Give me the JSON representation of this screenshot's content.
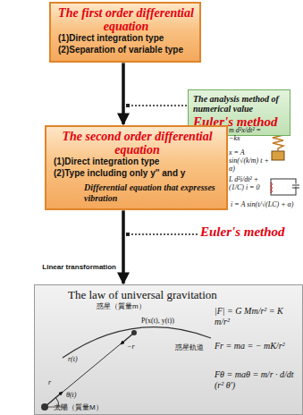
{
  "diagram": {
    "nodes": [
      {
        "text": [
          "The first order differential equation",
          "(1)Direct integration type",
          "(2)Separation of variable type"
        ]
      },
      {
        "text": [
          "The analysis method of numerical value",
          "Euler's method"
        ]
      },
      {
        "text": [
          "The second order differential equation",
          "(1)Direct integration type",
          "(2)Type including only y'' and y",
          "Differential equation that expresses vibration"
        ]
      },
      {
        "text": [
          "The law of universal gravitation"
        ]
      }
    ],
    "edges": [
      {
        "from": 0,
        "to": 2,
        "arrow": "to"
      },
      {
        "from": 2,
        "to": 3,
        "arrow": "to",
        "label": "Linear transformation"
      }
    ],
    "labels": [
      "Euler's method",
      "m d²x/dt² = −kx",
      "x = A sin(√(k/m) t + α)",
      "L d²i/dt² + (1/C) i = 0",
      "i = A sin(t/√(LC) + α)",
      "惑星（質量m）",
      "P(x(t), y(t))",
      "r(t)",
      "−r",
      "惑星軌道",
      "r",
      "θ(t)",
      "太陽（質量M）",
      "|F| = G Mm/r² = K m/r²",
      "Fr = ma = − mK/r²",
      "Fθ = maθ = m/r · d/dt (r² θ′)"
    ]
  }
}
